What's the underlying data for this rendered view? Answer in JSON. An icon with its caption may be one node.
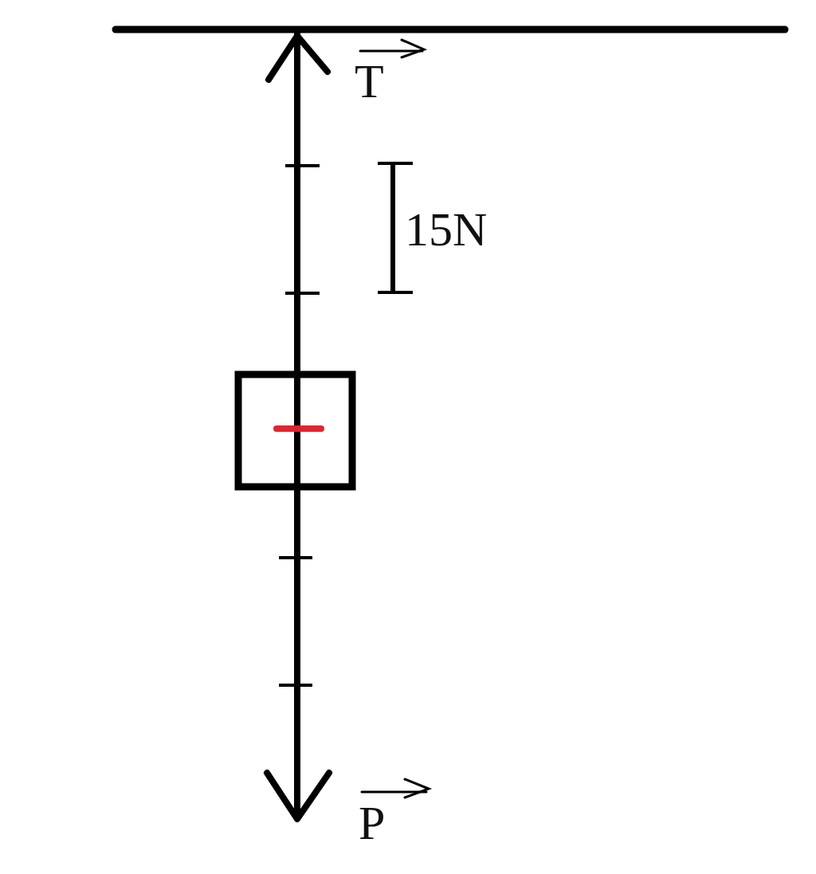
{
  "diagram": {
    "labels": [
      "T",
      "15N",
      "P"
    ]
  }
}
